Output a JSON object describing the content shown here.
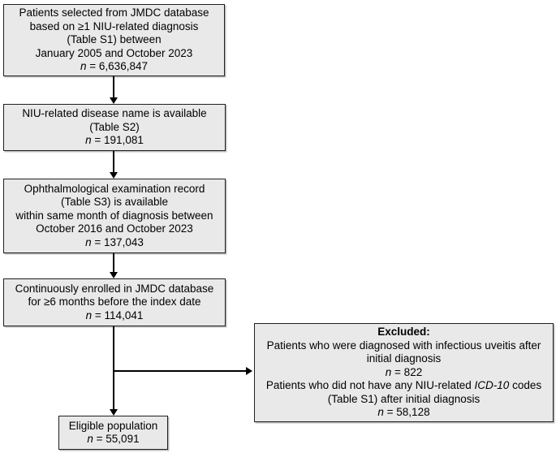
{
  "figure": {
    "description": "Patient selection flow diagram",
    "colors": {
      "background": "#ffffff",
      "box_fill": "#e9e9e9",
      "box_border": "#1f1f1f",
      "arrow": "#000000",
      "text": "#000000"
    }
  },
  "boxes": [
    {
      "id": "box-source-population",
      "lines": [
        [
          {
            "t": "Patients selected from JMDC database"
          }
        ],
        [
          {
            "t": "based on ≥1 NIU-related diagnosis"
          }
        ],
        [
          {
            "t": "(Table S1) between"
          }
        ],
        [
          {
            "t": "January 2005 and October 2023"
          }
        ],
        [
          {
            "t": "n",
            "s": "i"
          },
          {
            "t": " = 6,636,847"
          }
        ]
      ]
    },
    {
      "id": "box-disease-name",
      "lines": [
        [
          {
            "t": "NIU-related disease name is available"
          }
        ],
        [
          {
            "t": "(Table S2)"
          }
        ],
        [
          {
            "t": "n",
            "s": "i"
          },
          {
            "t": " = 191,081"
          }
        ]
      ]
    },
    {
      "id": "box-exam-record",
      "lines": [
        [
          {
            "t": "Ophthalmological examination record"
          }
        ],
        [
          {
            "t": "(Table S3) is available"
          }
        ],
        [
          {
            "t": "within same month of diagnosis between"
          }
        ],
        [
          {
            "t": "October 2016 and October 2023"
          }
        ],
        [
          {
            "t": "n",
            "s": "i"
          },
          {
            "t": " = 137,043"
          }
        ]
      ]
    },
    {
      "id": "box-enrollment",
      "lines": [
        [
          {
            "t": "Continuously enrolled in JMDC database"
          }
        ],
        [
          {
            "t": "for ≥6 months before the index date"
          }
        ],
        [
          {
            "t": "n",
            "s": "i"
          },
          {
            "t": " = 114,041"
          }
        ]
      ]
    },
    {
      "id": "box-excluded",
      "lines": [
        [
          {
            "t": "Excluded:",
            "s": "b"
          }
        ],
        [
          {
            "t": "Patients who were diagnosed with infectious uveitis after"
          }
        ],
        [
          {
            "t": "initial diagnosis"
          }
        ],
        [
          {
            "t": "n",
            "s": "i"
          },
          {
            "t": " = 822"
          }
        ],
        [
          {
            "t": "Patients who did not have any NIU-related "
          },
          {
            "t": "ICD-10",
            "s": "i"
          },
          {
            "t": " codes"
          }
        ],
        [
          {
            "t": "(Table S1) after initial diagnosis"
          }
        ],
        [
          {
            "t": "n",
            "s": "i"
          },
          {
            "t": " = 58,128"
          }
        ]
      ]
    },
    {
      "id": "box-eligible",
      "lines": [
        [
          {
            "t": "Eligible population"
          }
        ],
        [
          {
            "t": "n",
            "s": "i"
          },
          {
            "t": " = 55,091"
          }
        ]
      ]
    }
  ]
}
